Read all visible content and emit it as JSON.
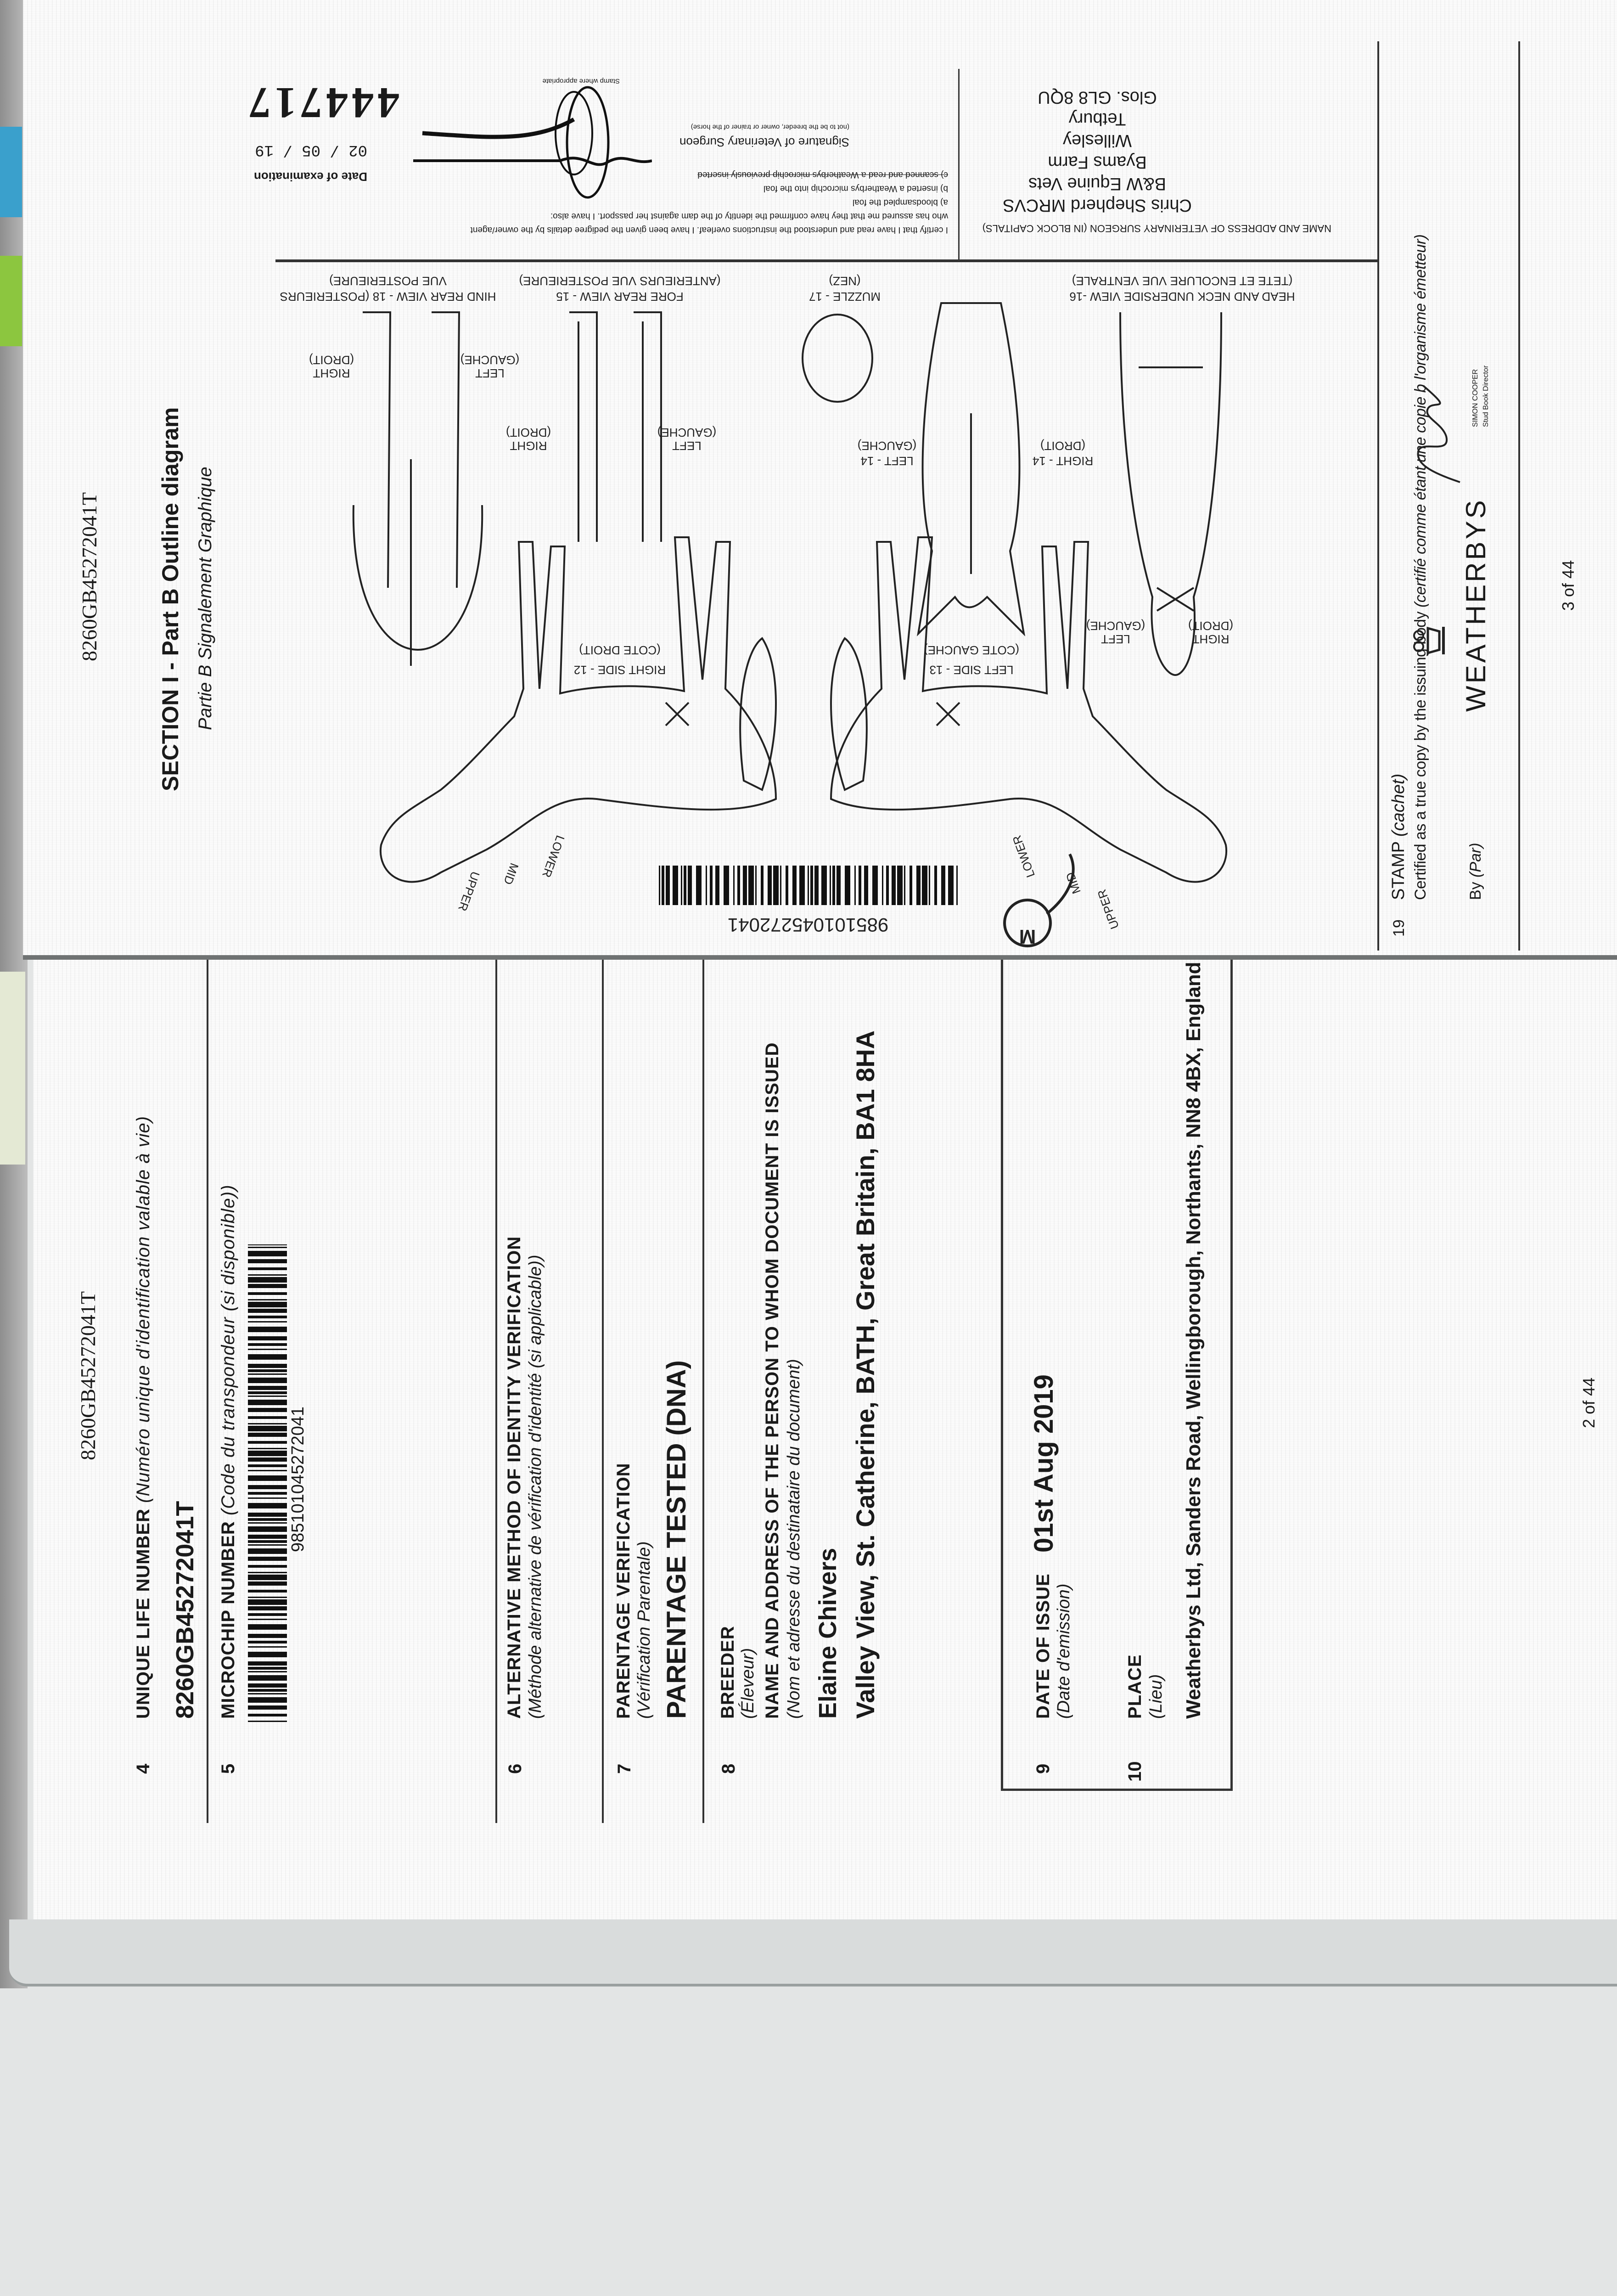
{
  "left_page": {
    "header_id": "8260GB45272041T",
    "page_number": "2 of 44",
    "items": [
      {
        "num": "4",
        "label": "UNIQUE LIFE NUMBER",
        "label_fr": "(Numéro unique d'identification valable à vie)",
        "value": "8260GB45272041T"
      },
      {
        "num": "5",
        "label": "MICROCHIP NUMBER",
        "label_fr": "(Code du transpondeur (si disponible))",
        "value": "985101045272041"
      },
      {
        "num": "6",
        "label": "ALTERNATIVE METHOD OF IDENTITY VERIFICATION",
        "label_fr": "(Méthode alternative de vérification d'identité (si applicable))"
      },
      {
        "num": "7",
        "label": "PARENTAGE VERIFICATION",
        "label_fr": "(Vérification Parentale)",
        "value": "PARENTAGE TESTED (DNA)"
      },
      {
        "num": "8",
        "label": "BREEDER",
        "label_fr": "(Éleveur)",
        "sub_label": "NAME AND ADDRESS OF THE PERSON TO WHOM DOCUMENT IS ISSUED",
        "sub_label_fr": "(Nom et adresse du destinataire du document)",
        "name": "Elaine Chivers",
        "address": "Valley View, St. Catherine, BATH, Great Britain, BA1 8HA"
      },
      {
        "num": "9",
        "label": "DATE OF ISSUE",
        "label_fr": "(Date d'emission)",
        "value": "01st Aug 2019"
      },
      {
        "num": "10",
        "label": "PLACE",
        "label_fr": "(Lieu)",
        "value": "Weatherbys Ltd, Sanders Road, Wellingborough, Northants, NN8 4BX, England"
      }
    ]
  },
  "right_page": {
    "header_id": "8260GB45272041T",
    "title": "SECTION I - Part B Outline diagram",
    "subtitle": "Partie B Signalement Graphique",
    "page_number": "3 of 44",
    "vet": {
      "heading": "NAME AND ADDRESS OF VETERINARY SURGEON (IN BLOCK CAPITALS)",
      "address_lines": [
        "Chris Shepherd MRCVS",
        "B&W Equine Vets",
        "Byams Farm",
        "Willesley",
        "Tetbury",
        "Glos. GL8 8QU"
      ],
      "certify_lines": [
        "I certify that I have read and understood the instructions overleaf. I have been given the pedigree details by the owner/agent",
        "who has assured me that they have confirmed the identity of the dam against her passport. I have also:",
        "a) bloodsampled the foal",
        "b) inserted a Weatherbys microchip into the foal",
        "c) scanned and read a Weatherbys microchip previously inserted"
      ],
      "signature_label": "Signature of Veterinary Surgeon",
      "signature_note": "(not to be the breeder, owner or trainer of the horse)",
      "stamp_note": "Stamp where appropriate",
      "date_label": "Date of examination",
      "date_value": "02 / 05 / 19",
      "handwritten_number": "444717"
    },
    "diagram": {
      "labels": {
        "head_neck": "HEAD AND NECK UNDERSIDE VIEW -16",
        "head_neck_fr": "(TETE ET ENCOLURE VUE VENTRALE)",
        "muzzle": "MUZZLE - 17",
        "muzzle_fr": "(NEZ)",
        "fore": "FORE REAR VIEW - 15",
        "fore_fr": "(ANTERIEURS VUE POSTERIEURE)",
        "hind": "HIND REAR VIEW - 18 (POSTERIEURS",
        "hind_fr": "VUE POSTERIEURE)",
        "right_side": "RIGHT SIDE - 12",
        "right_side_fr": "(COTE DROIT)",
        "left_side": "LEFT SIDE - 13",
        "left_side_fr": "(COTE GAUCHE)",
        "left14": "LEFT - 14",
        "right14": "RIGHT - 14",
        "left": "LEFT",
        "right": "RIGHT",
        "gauche": "(GAUCHE)",
        "droit": "(DROIT)",
        "upper": "UPPER",
        "mid": "MID",
        "lower": "LOWER",
        "circled_mark": "M"
      },
      "barcode_number": "985101045272041"
    },
    "stamp": {
      "num": "19",
      "label": "STAMP",
      "label_fr": "(cachet)",
      "certified": "Certified as a true copy by the issuing body",
      "certified_fr": "(certifié comme étant une copie b l'organisme émetteur)",
      "by_label": "By",
      "by_fr": "(Par)",
      "logo_text": "WEATHERBYS",
      "signatory_name": "SIMON COOPER",
      "signatory_title": "Stud Book Director"
    }
  },
  "colors": {
    "tab_blue": "#3aa0cc",
    "tab_green": "#8cc63f",
    "ink": "#1a1a1a"
  }
}
